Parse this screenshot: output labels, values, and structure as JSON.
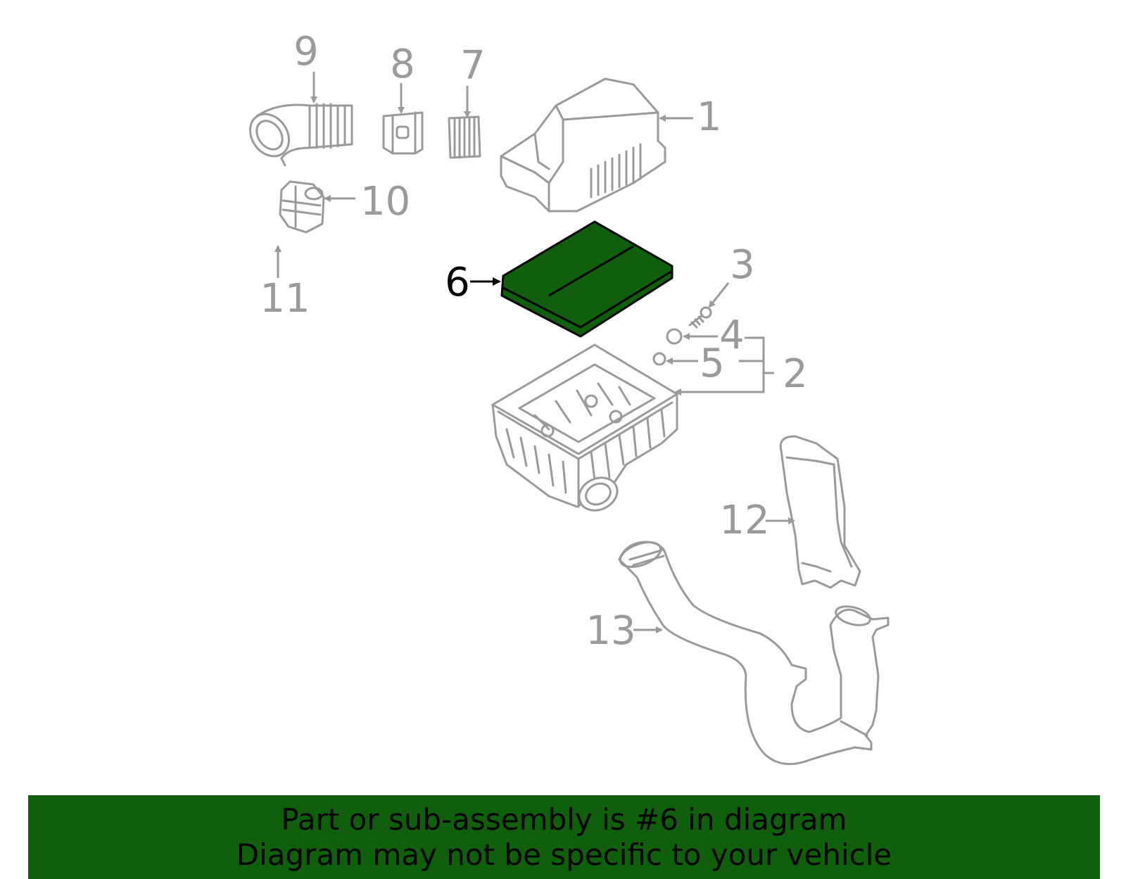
{
  "highlight_color": "#0f5f0d",
  "line_color": "#9a9a9a",
  "callouts": {
    "c1": "1",
    "c2": "2",
    "c3": "3",
    "c4": "4",
    "c5": "5",
    "c6": "6",
    "c7": "7",
    "c8": "8",
    "c9": "9",
    "c10": "10",
    "c11": "11",
    "c12": "12",
    "c13": "13"
  },
  "highlighted_part": "6",
  "banner": {
    "line1": "Part or sub-assembly is #6 in diagram",
    "line2": "Diagram may not be specific to your vehicle"
  }
}
